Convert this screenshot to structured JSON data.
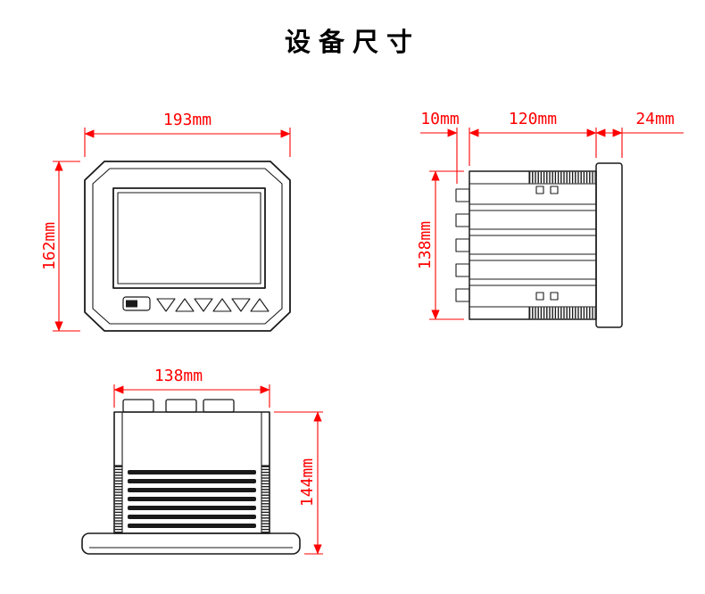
{
  "title": "设备尺寸",
  "colors": {
    "line": "#1a1a1a",
    "dimension": "#ff0000",
    "background": "#ffffff"
  },
  "dimensions": {
    "front_width": "193mm",
    "front_height": "162mm",
    "side_terminal_depth": "10mm",
    "side_body_depth": "120mm",
    "side_bezel_depth": "24mm",
    "side_height": "138mm",
    "bottom_width": "138mm",
    "bottom_depth": "144mm"
  }
}
